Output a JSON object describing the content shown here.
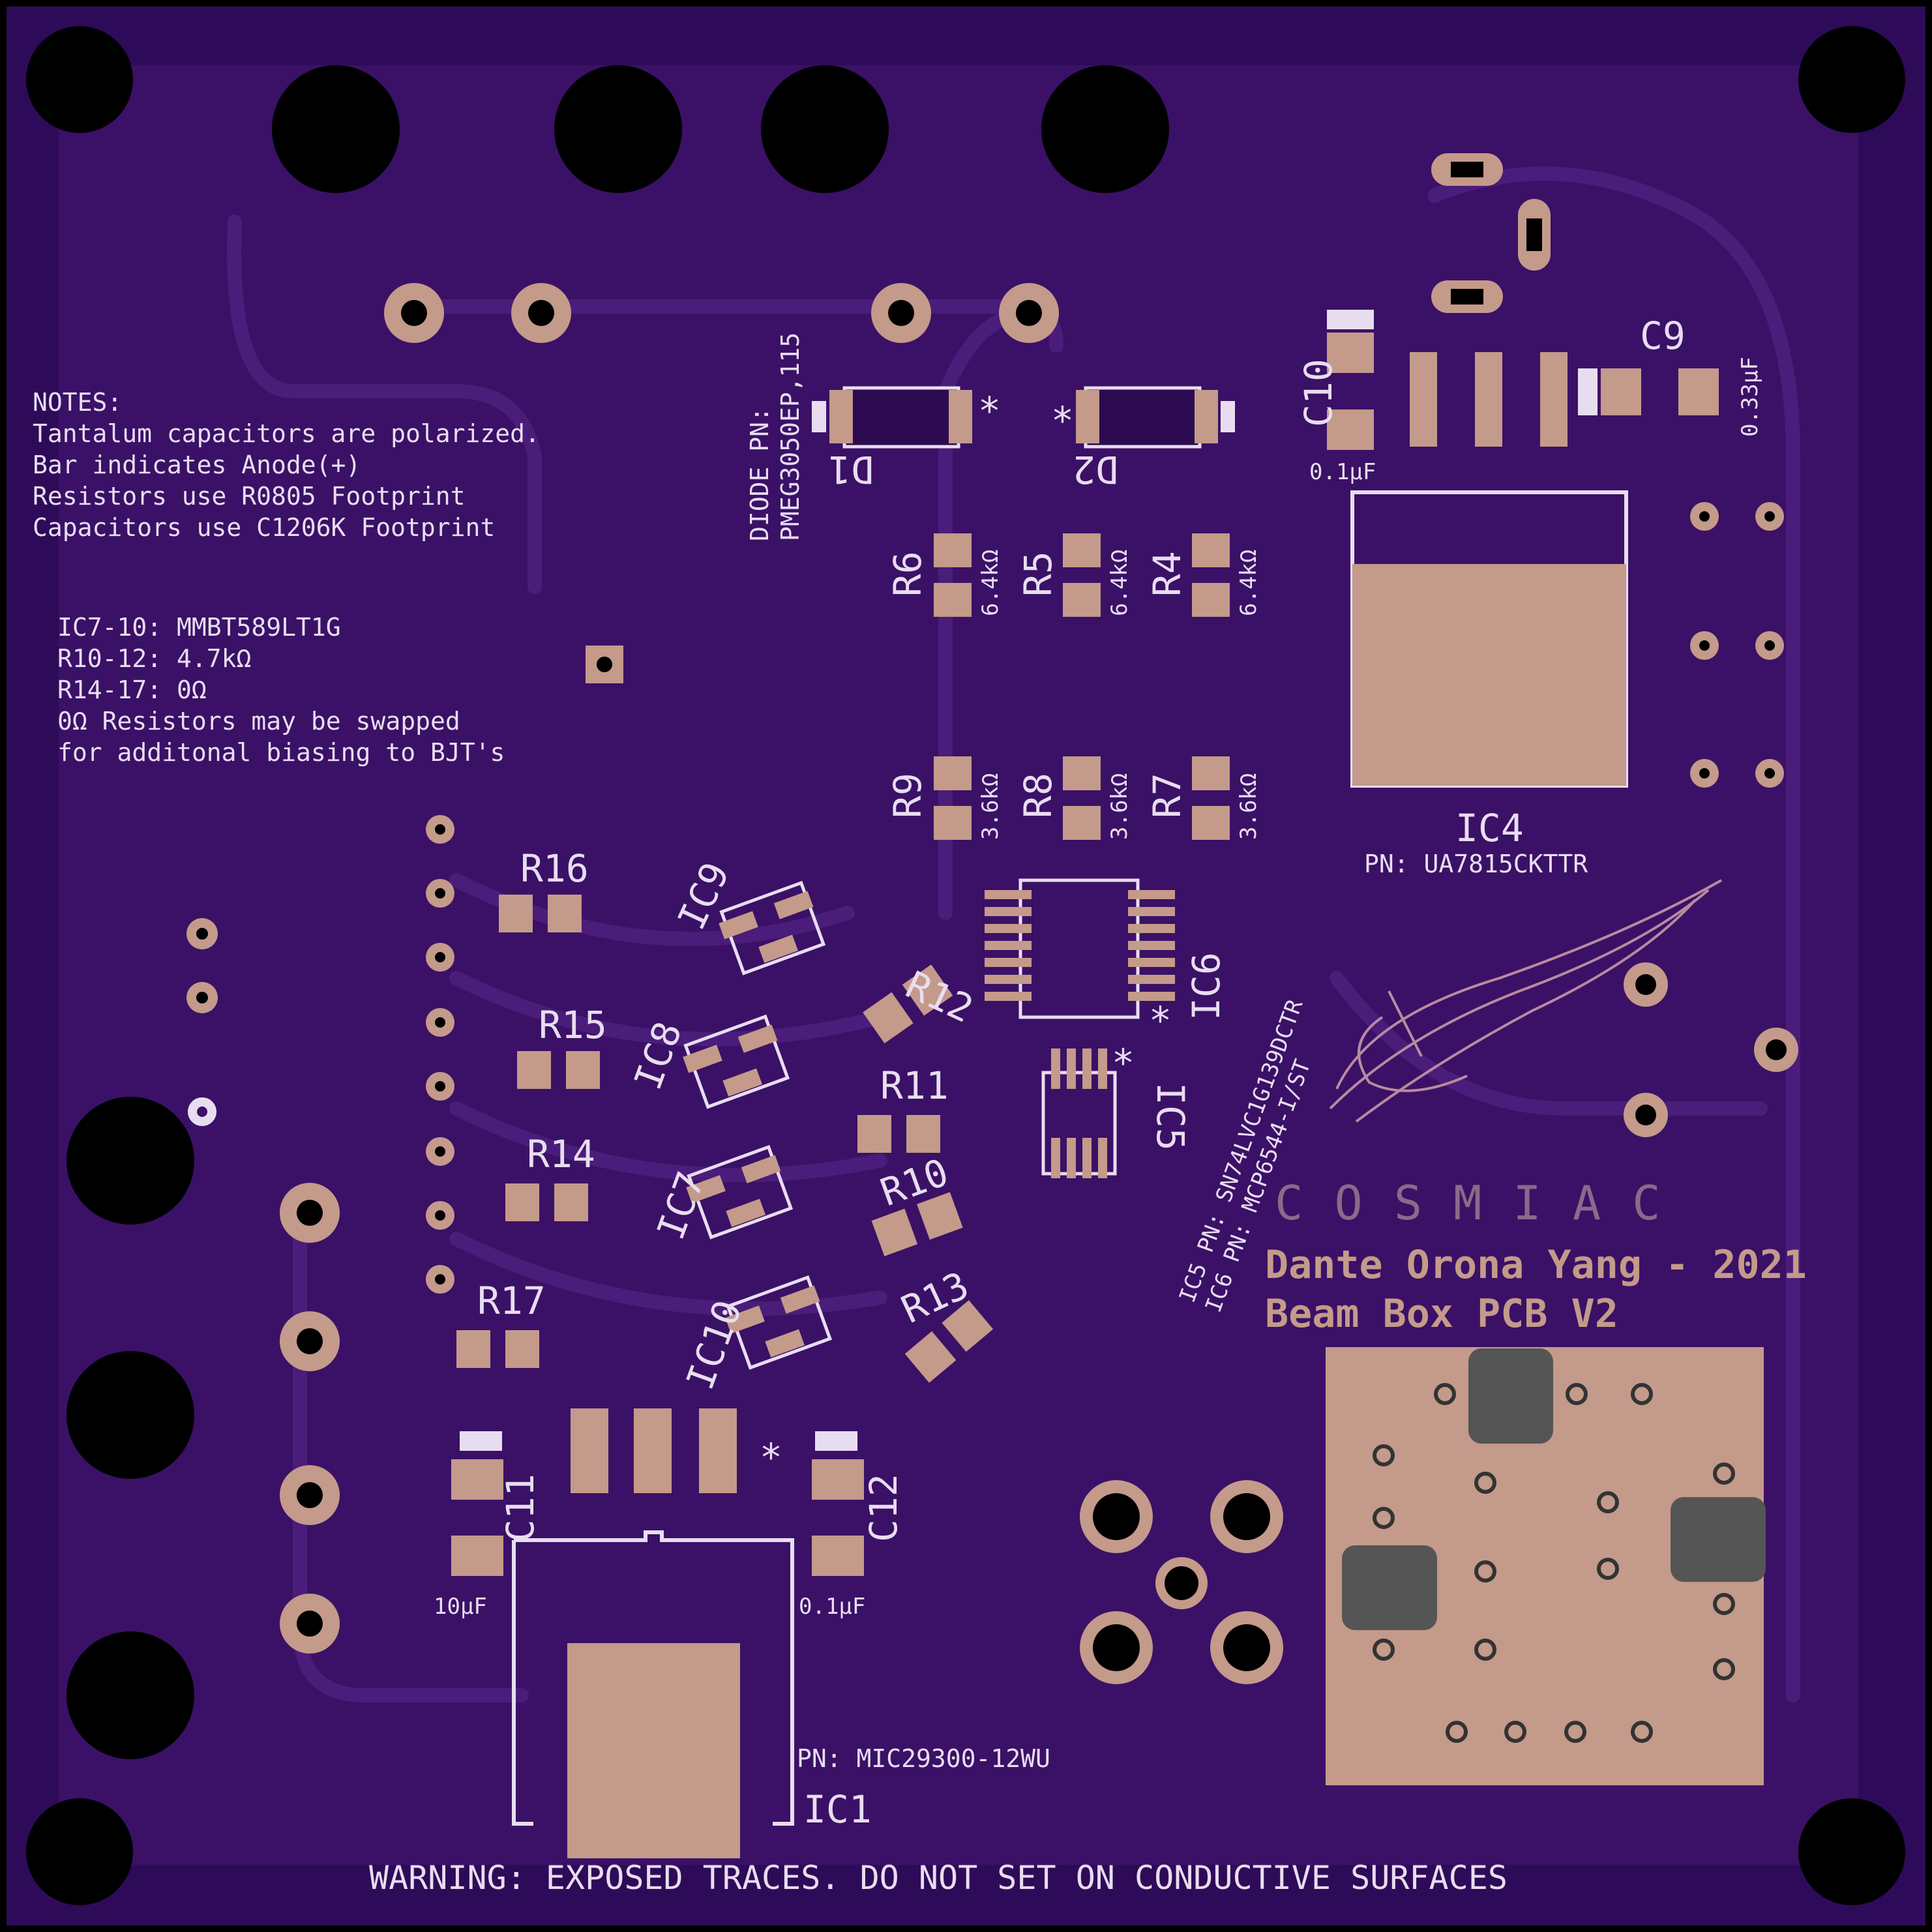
{
  "board": {
    "notes_heading": "NOTES:",
    "notes_lines": [
      "Tantalum capacitors are polarized.",
      "Bar indicates Anode(+)",
      "Resistors use R0805 Footprint",
      "Capacitors use C1206K Footprint"
    ],
    "bjt_notes": [
      "IC7-10: MMBT589LT1G",
      "R10-12: 4.7kΩ",
      "R14-17: 0Ω",
      "0Ω Resistors may be swapped",
      "for additonal biasing to BJT's"
    ],
    "diode_pn_label": "DIODE PN:",
    "diode_pn_value": "PMEG3050EP,115",
    "refs": {
      "D1": "D1",
      "D2": "D2",
      "R4": "R4",
      "R5": "R5",
      "R6": "R6",
      "R7": "R7",
      "R8": "R8",
      "R9": "R9",
      "R10": "R10",
      "R11": "R11",
      "R12": "R12",
      "R13": "R13",
      "R14": "R14",
      "R15": "R15",
      "R16": "R16",
      "R17": "R17",
      "IC1": "IC1",
      "IC4": "IC4",
      "IC5": "IC5",
      "IC6": "IC6",
      "IC7": "IC7",
      "IC8": "IC8",
      "IC9": "IC9",
      "IC10": "IC10",
      "C9": "C9",
      "C10": "C10",
      "C11": "C11",
      "C12": "C12"
    },
    "values": {
      "r_top": "6.4kΩ",
      "r_bottom": "3.6kΩ",
      "c9": "0.33μF",
      "c10": "0.1μF",
      "c11": "10μF",
      "c12": "0.1μF"
    },
    "ic4_pn": "PN: UA7815CKTTR",
    "ic1_pn": "PN: MIC29300-12WU",
    "ic5_pn": "IC5 PN: SN74LVC1G139DCTR",
    "ic6_pn": "IC6 PN: MCP6544-I/ST",
    "logo_text": "COSMIAC",
    "author": "Dante Orona Yang - 2021",
    "project": "Beam Box PCB V2",
    "warning": "WARNING: EXPOSED TRACES. DO NOT SET ON CONDUCTIVE SURFACES",
    "colors": {
      "board": "#3a1166",
      "board_dark": "#2c0a52",
      "trace": "#4a1d7a",
      "copper": "#c49a8a",
      "silk": "#e8ddf0",
      "hole": "#000000"
    }
  }
}
